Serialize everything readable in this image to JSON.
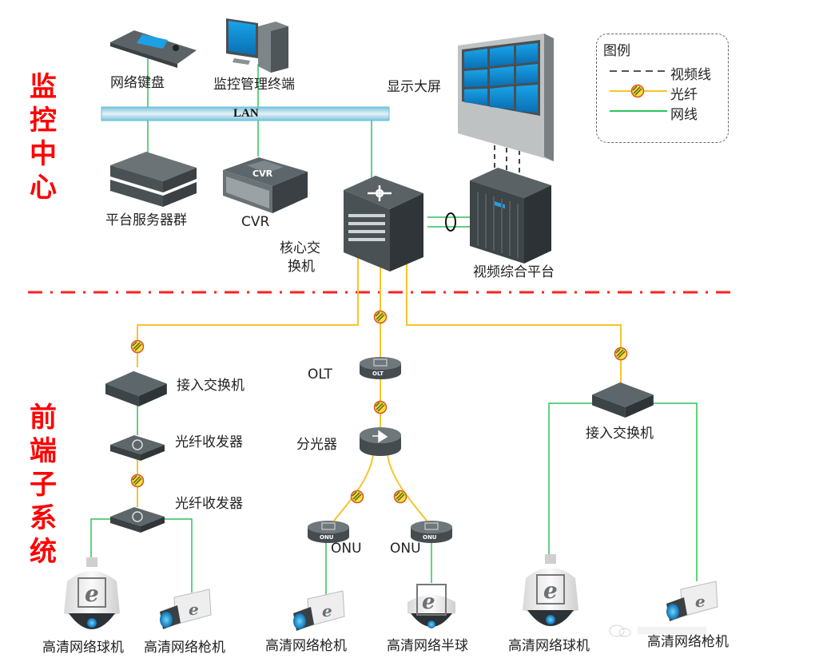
{
  "sections": {
    "monitoring_center": [
      "监",
      "控",
      "中",
      "心"
    ],
    "front_end_subsystem": [
      "前",
      "端",
      "子",
      "系",
      "统"
    ]
  },
  "colors": {
    "section_text": "#ff0000",
    "separator": "#ff2020",
    "fiber": "#f7c42a",
    "network_cable": "#2ec25c",
    "video_cable": "#444444",
    "lan_bar": "#a9d4e6"
  },
  "legend": {
    "title": "图例",
    "items": [
      {
        "type": "video_line",
        "label": "视频线"
      },
      {
        "type": "fiber",
        "label": "光纤"
      },
      {
        "type": "network_cable",
        "label": "网线"
      }
    ]
  },
  "lan": {
    "label": "LAN"
  },
  "monitoring_center": {
    "devices": {
      "network_keyboard": "网络键盘",
      "monitoring_terminal": "监控管理终端",
      "display_wall": "显示大屏",
      "platform_servers": "平台服务器群",
      "cvr": "CVR",
      "cvr_badge": "CVR",
      "core_switch_line1": "核心交",
      "core_switch_line2": "换机",
      "video_platform": "视频综合平台"
    }
  },
  "front_end": {
    "left_branch": {
      "access_switch": "接入交换机",
      "fiber_transceiver_1": "光纤收发器",
      "fiber_transceiver_2": "光纤收发器",
      "cameras": [
        "高清网络球机",
        "高清网络枪机"
      ]
    },
    "middle_branch": {
      "olt": "OLT",
      "olt_badge": "OLT",
      "splitter": "分光器",
      "onus": [
        "ONU",
        "ONU"
      ],
      "onu_badge": "ONU",
      "cameras": [
        "高清网络枪机",
        "高清网络半球"
      ]
    },
    "right_branch": {
      "access_switch": "接入交换机",
      "cameras": [
        "高清网络球机",
        "高清网络枪机"
      ]
    }
  }
}
